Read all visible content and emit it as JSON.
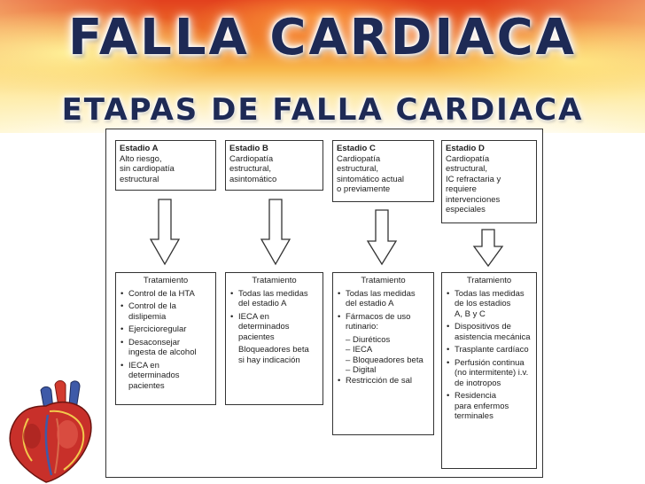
{
  "header": {
    "title": "FALLA CARDIACA",
    "subtitle": "ETAPAS DE FALLA CARDIACA"
  },
  "stages": [
    {
      "name": "Estadio A",
      "description": "Alto riesgo,\nsin cardiopatía\nestructural"
    },
    {
      "name": "Estadio B",
      "description": "Cardiopatía\nestructural,\nasintomático"
    },
    {
      "name": "Estadio C",
      "description": "Cardiopatía\nestructural,\nsintomático actual\no previamente"
    },
    {
      "name": "Estadio D",
      "description": "Cardiopatía estructural,\nIC refractaria y\nrequiere\nintervenciones\nespeciales"
    }
  ],
  "treatments": [
    {
      "title": "Tratamiento",
      "items": [
        {
          "text": "Control de la HTA",
          "type": "bullet"
        },
        {
          "text": "Control de la\ndislipemia",
          "type": "bullet"
        },
        {
          "text": "Ejercicioregular",
          "type": "bullet"
        },
        {
          "text": "Desaconsejar\ningesta de alcohol",
          "type": "bullet"
        },
        {
          "text": "IECA en determinados\npacientes",
          "type": "bullet"
        }
      ]
    },
    {
      "title": "Tratamiento",
      "items": [
        {
          "text": "Todas las medidas\ndel estadio A",
          "type": "bullet"
        },
        {
          "text": "IECA en\ndeterminados\npacientes",
          "type": "bullet"
        },
        {
          "text": "Bloqueadores beta\nsi hay indicación",
          "type": "plain"
        }
      ]
    },
    {
      "title": "Tratamiento",
      "items": [
        {
          "text": "Todas las medidas\ndel estadio A",
          "type": "bullet"
        },
        {
          "text": "Fármacos de uso\nrutinario:",
          "type": "bullet"
        },
        {
          "text": "Diuréticos",
          "type": "sub"
        },
        {
          "text": "IECA",
          "type": "sub"
        },
        {
          "text": "Bloqueadores beta",
          "type": "sub"
        },
        {
          "text": "Digital",
          "type": "sub"
        },
        {
          "text": "Restricción de sal",
          "type": "bullet"
        }
      ]
    },
    {
      "title": "Tratamiento",
      "items": [
        {
          "text": "Todas las medidas\nde los estadios\nA, B y C",
          "type": "bullet"
        },
        {
          "text": "Dispositivos de\nasistencia mecánica",
          "type": "bullet"
        },
        {
          "text": "Trasplante cardíaco",
          "type": "bullet"
        },
        {
          "text": "Perfusión continua\n(no intermitente) i.v.\nde inotropos",
          "type": "bullet"
        },
        {
          "text": "Residencia\npara enfermos\nterminales",
          "type": "bullet"
        }
      ]
    }
  ],
  "icons": {
    "heart": "anatomical-heart-icon",
    "arrow": "down-arrow-icon"
  },
  "colors": {
    "title": "#1e2a55",
    "border": "#333333",
    "banner_top": "#e2401e",
    "banner_mid": "#f8b84a"
  }
}
